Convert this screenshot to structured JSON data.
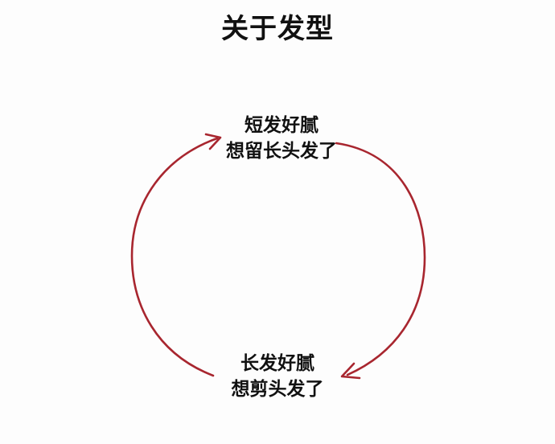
{
  "title": "关于发型",
  "nodes": {
    "top": {
      "line1": "短发好腻",
      "line2": "想留长头发了"
    },
    "bottom": {
      "line1": "长发好腻",
      "line2": "想剪头发了"
    }
  },
  "colors": {
    "arrow": "#a8262f",
    "text": "#111111",
    "background": "#fdfdfd"
  }
}
